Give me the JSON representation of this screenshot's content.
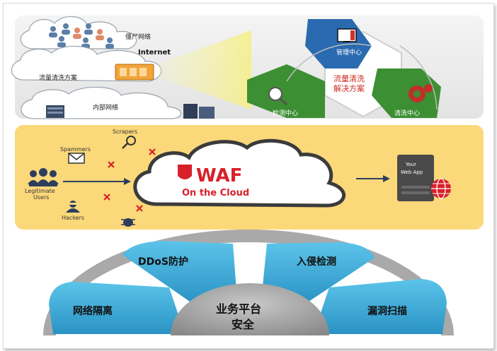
{
  "panel1": {
    "cloud_top_label": "僵尸网络",
    "internet_label": "Internet",
    "cleaning_label": "流量清洗方案",
    "inner_label": "内部网络",
    "hex_mgmt": "管理中心",
    "hex_detect": "检测中心",
    "hex_clean": "清洗中心",
    "hex_center_line1": "流量清洗",
    "hex_center_line2": "解决方案",
    "colors": {
      "green": "#3d8f33",
      "blue": "#2a6ab0",
      "beam": "#f6f2a0"
    }
  },
  "panel2": {
    "scrapers": "Scrapers",
    "spammers": "Spammers",
    "legit_line1": "Legitimate",
    "legit_line2": "Users",
    "hackers": "Hackers",
    "waf": "WAF",
    "on_the_cloud": "On the Cloud",
    "webapp_line1": "Your",
    "webapp_line2": "Web App",
    "colors": {
      "background": "#fbd87a",
      "red": "#d8202a"
    }
  },
  "panel3": {
    "center_line1": "业务平台",
    "center_line2": "安全",
    "segments": [
      "网络隔离",
      "DDoS防护",
      "入侵检测",
      "漏洞扫描"
    ],
    "colors": {
      "segment": "#3aaedc",
      "center": "#9b9b9b",
      "ring": "#a9a9a9"
    }
  }
}
